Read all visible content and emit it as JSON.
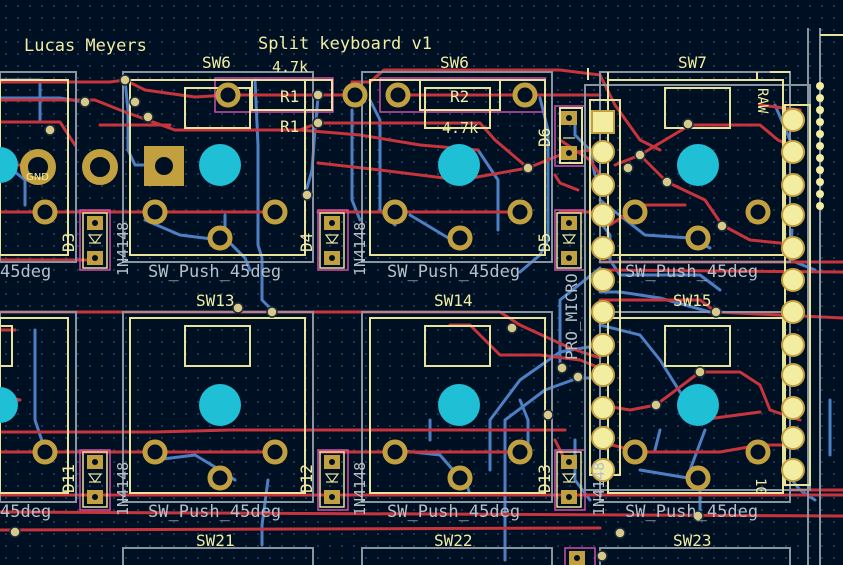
{
  "board_text": {
    "author": "Lucas Meyers",
    "title": "Split keyboard v1",
    "resistor_value": "4.7k",
    "r1": "R1",
    "r2": "R2",
    "pad_gnd": "GND",
    "pin_raw": "RAW",
    "mcu_label": "PRO_MICRO",
    "edge_num": "10"
  },
  "switches": [
    {
      "ref": "SW6",
      "value": "SW_Push_45deg"
    },
    {
      "ref": "SW6",
      "value": "SW_Push_45deg"
    },
    {
      "ref": "SW7",
      "value": "SW_Push_45deg"
    },
    {
      "ref": "SW13",
      "value": "SW_Push_45deg"
    },
    {
      "ref": "SW14",
      "value": "SW_Push_45deg"
    },
    {
      "ref": "SW15",
      "value": "SW_Push_45deg"
    },
    {
      "ref": "SW21",
      "value": ""
    },
    {
      "ref": "SW22",
      "value": ""
    },
    {
      "ref": "SW23",
      "value": ""
    }
  ],
  "left_partial_value": "45deg",
  "diodes": [
    {
      "ref": "D3",
      "value": "1N4148"
    },
    {
      "ref": "D4",
      "value": "1N4148"
    },
    {
      "ref": "D5",
      "value": "1N4148"
    },
    {
      "ref": "D11",
      "value": "1N4148"
    },
    {
      "ref": "D12",
      "value": "1N4148"
    },
    {
      "ref": "D13",
      "value": "1N4148"
    }
  ],
  "extra_diode": {
    "ref": "D6"
  },
  "colors": {
    "background": "#001023",
    "front_copper": "#c8343c",
    "back_copper": "#4d7fc4",
    "silkscreen": "#f2eda1",
    "pad": "#c2a040",
    "drill_hole": "#1fbfd6",
    "fab_outline": "#b7bfc7",
    "courtyard": "#cf4fa8"
  }
}
